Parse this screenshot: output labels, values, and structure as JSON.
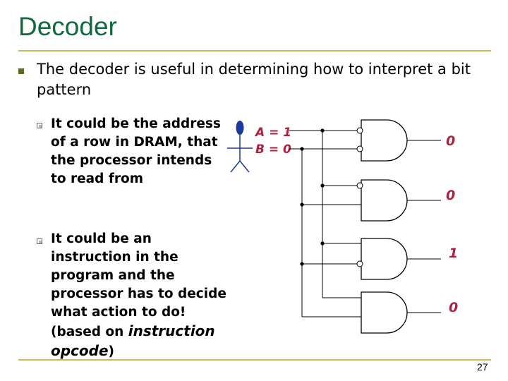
{
  "title": "Decoder",
  "main_bullet": "The decoder is useful in determining how to interpret a bit pattern",
  "sub_bullets": [
    {
      "text": "It could be the address of a row in DRAM, that the processor intends to read from"
    },
    {
      "text_before": "It could be an instruction in the program and the processor has to decide what action to do! (based on ",
      "text_italic": "instruction opcode",
      "text_after": ")"
    }
  ],
  "diagram": {
    "input_a": "A = 1",
    "input_b": "B = 0",
    "outputs": [
      "0",
      "0",
      "1",
      "0"
    ],
    "label_color": "#b02040",
    "person_color": "#1a3a9c"
  },
  "page_number": "27",
  "colors": {
    "title": "#0f6a3c",
    "rule": "#c9b95a",
    "bullet": "#5b6d1d"
  }
}
